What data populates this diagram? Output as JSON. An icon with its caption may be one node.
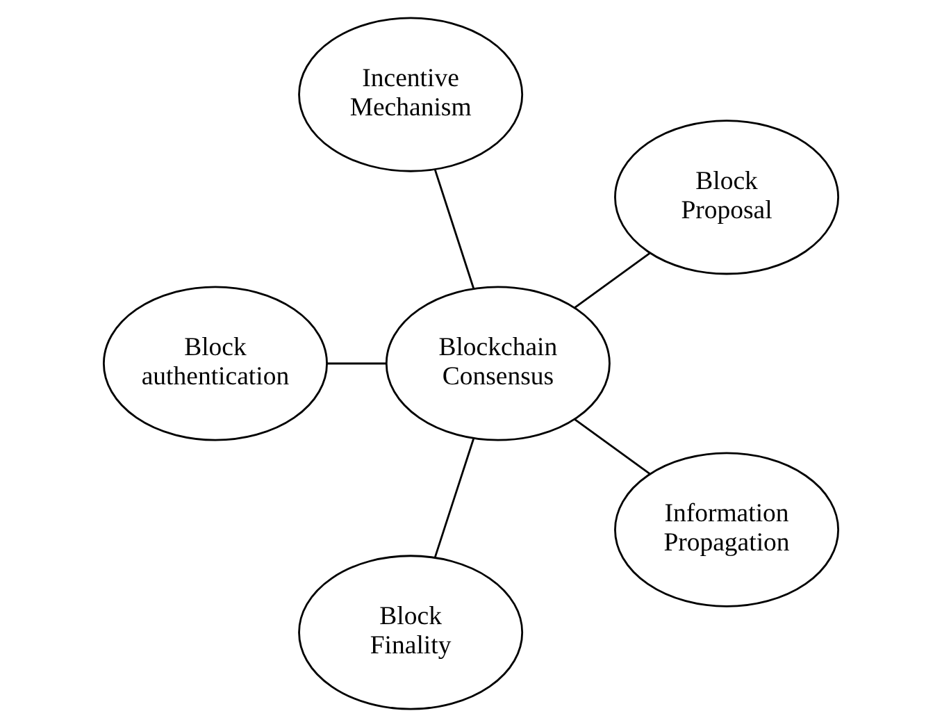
{
  "diagram": {
    "nodes": [
      {
        "text": [
          "Block Proposal"
        ]
      },
      {
        "text": [
          "Incentive Mechanism"
        ]
      },
      {
        "text": [
          "Blockchain Consensus"
        ]
      },
      {
        "text": [
          "Block authentication"
        ]
      },
      {
        "text": [
          "Block Finality"
        ]
      },
      {
        "text": [
          "Information Propagation"
        ]
      }
    ],
    "edges": [
      {
        "from": 2,
        "to": 0,
        "arrow": "none"
      },
      {
        "from": 2,
        "to": 1,
        "arrow": "none"
      },
      {
        "from": 2,
        "to": 3,
        "arrow": "none"
      },
      {
        "from": 2,
        "to": 4,
        "arrow": "none"
      },
      {
        "from": 2,
        "to": 5,
        "arrow": "none"
      }
    ]
  }
}
